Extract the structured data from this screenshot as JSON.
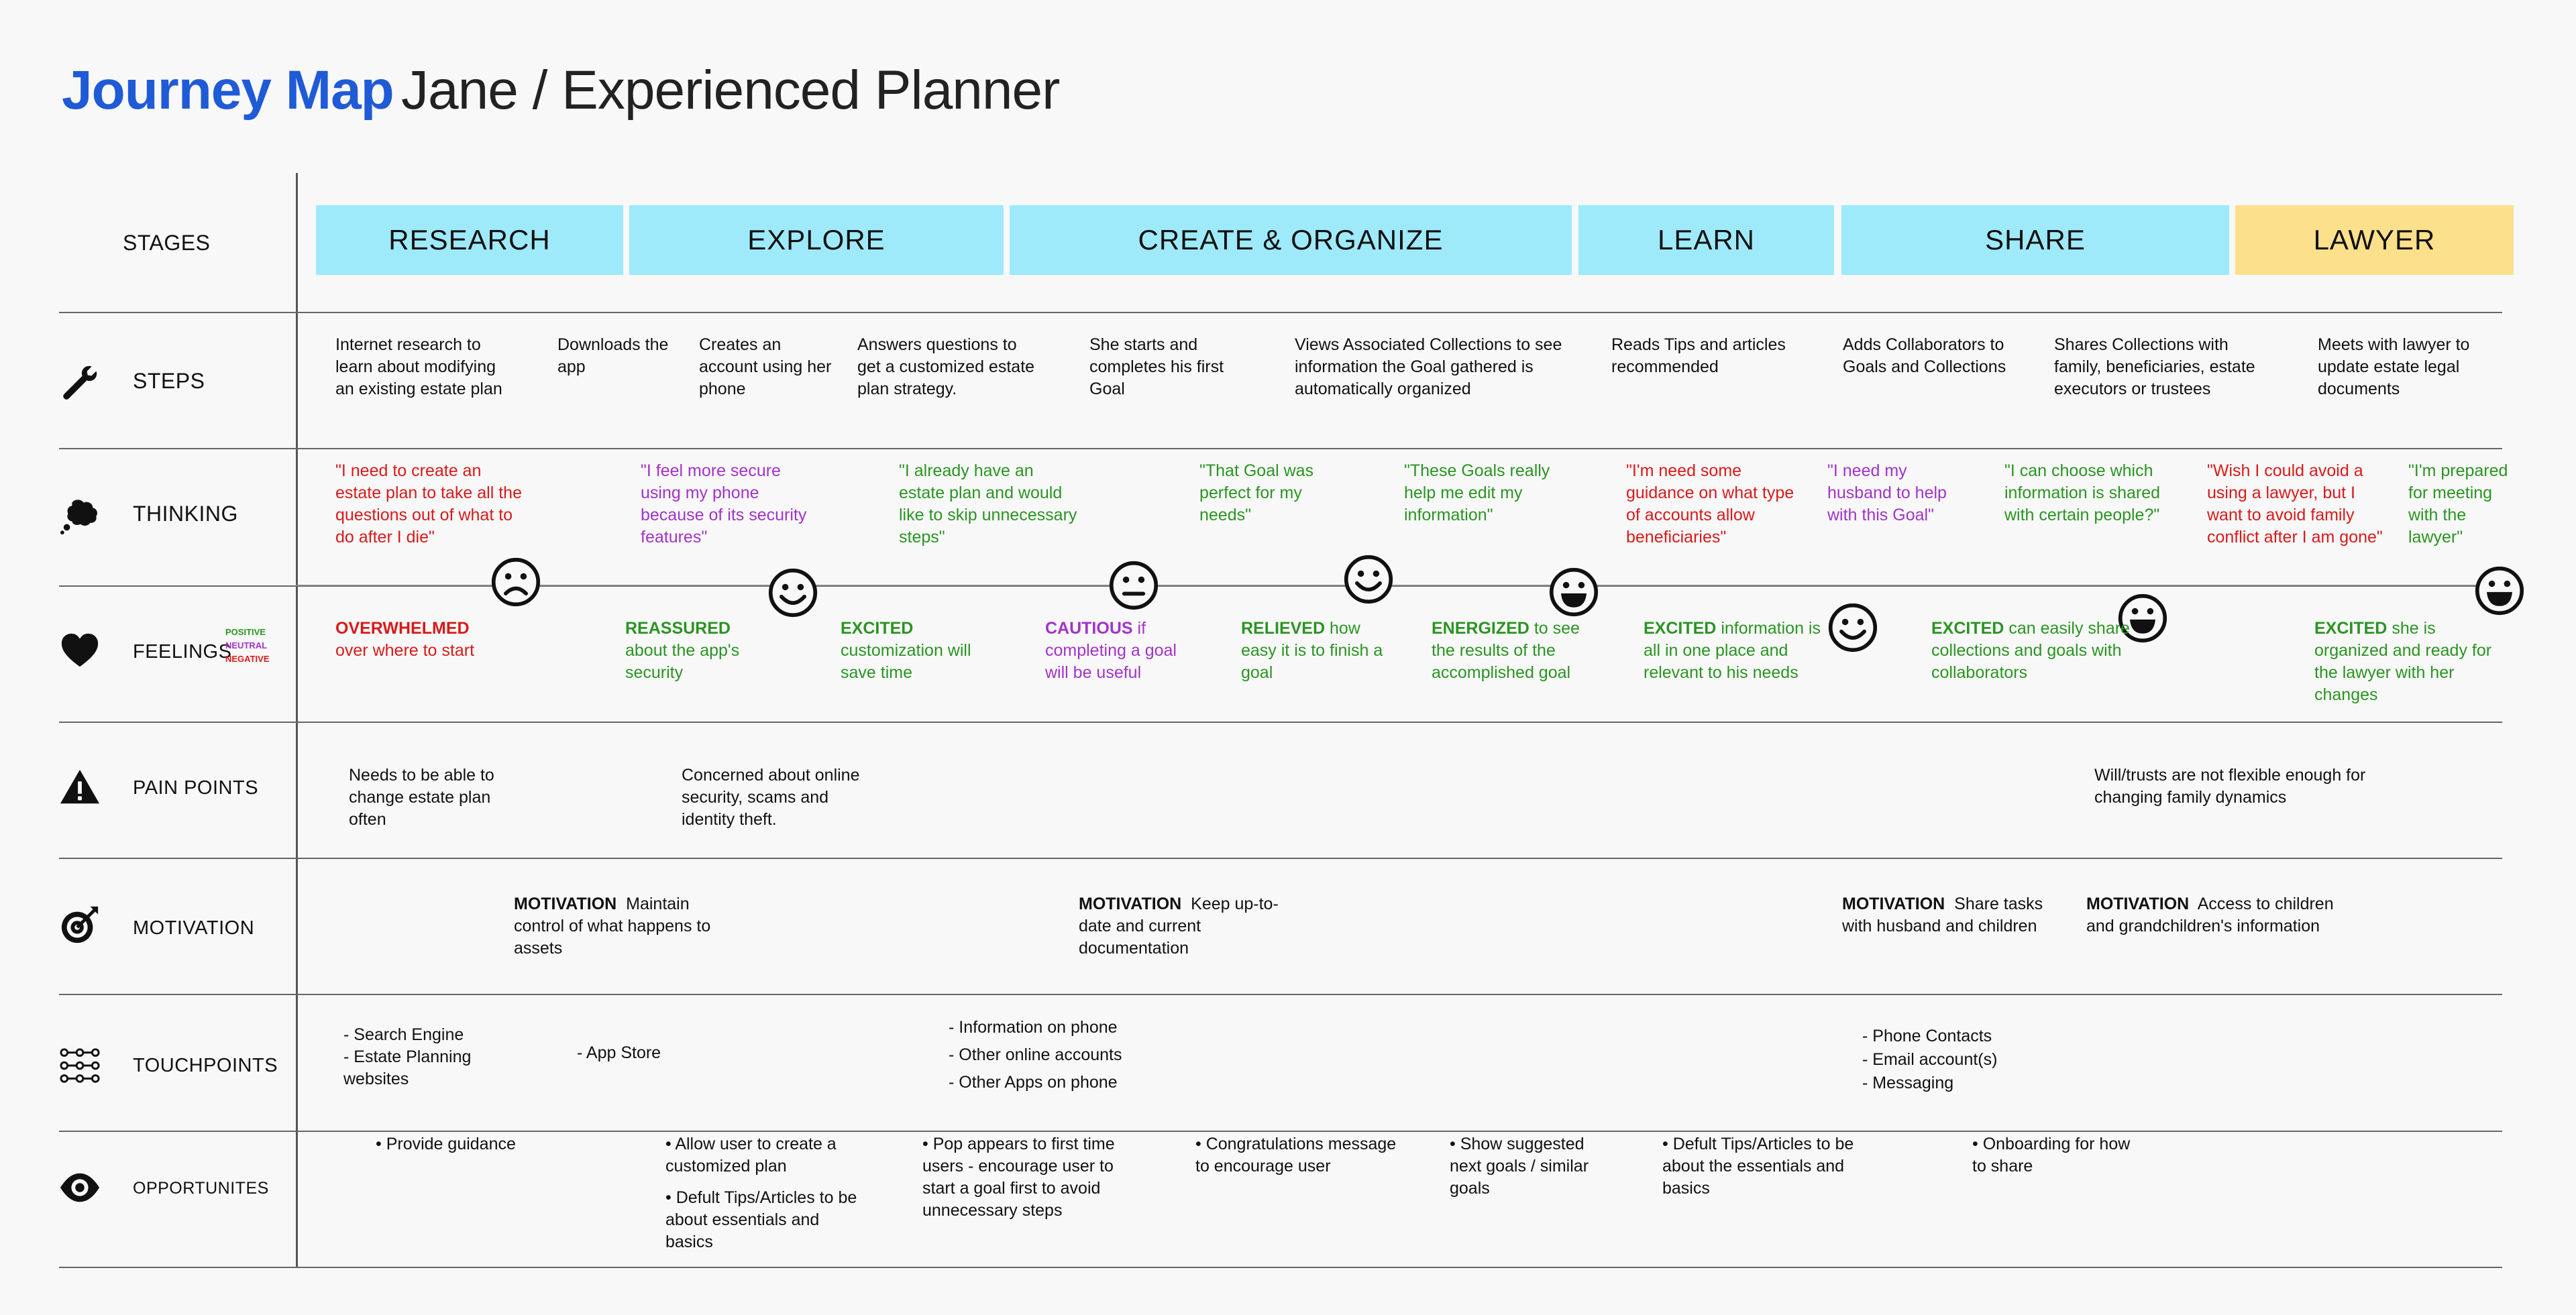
{
  "header": {
    "title": "Journey Map",
    "subtitle": "Jane / Experienced Planner"
  },
  "colors": {
    "title": "#1f5bd6",
    "stage_blue": "#9eeafa",
    "stage_lawyer": "#fde08b",
    "negative": "#d81a1a",
    "neutral": "#a233c8",
    "positive": "#2a9422"
  },
  "rows": {
    "stages": "STAGES",
    "steps": "STEPS",
    "thinking": "THINKING",
    "feelings": "FEELINGS",
    "pain_points": "PAIN POINTS",
    "motivation": "MOTIVATION",
    "touchpoints": "TOUCHPOINTS",
    "opportunities": "OPPORTUNITES"
  },
  "legend": {
    "positive": "POSITIVE",
    "neutral": "NEUTRAL",
    "negative": "NEGATIVE"
  },
  "stages": [
    "RESEARCH",
    "EXPLORE",
    "CREATE & ORGANIZE",
    "LEARN",
    "SHARE",
    "LAWYER"
  ],
  "steps": [
    "Internet research to learn about modifying an existing estate plan",
    "Downloads the app",
    "Creates an account using her phone",
    "Answers questions to get a customized estate plan strategy.",
    "She starts and completes his first Goal",
    "Views Associated Collections to see information the Goal gathered is automatically organized",
    "Reads Tips and articles recommended",
    "Adds Collaborators to Goals and Collections",
    "Shares Collections with family, beneficiaries, estate executors or trustees",
    "Meets with lawyer to update estate legal documents"
  ],
  "thinking": [
    "\"I need to create an estate plan to take all the  questions out of what to do after I die\"",
    "\"I feel more secure using my phone because of its security features\"",
    "\"I already have an estate plan and would like to skip unnecessary steps\"",
    "\"That Goal was perfect for my needs\"",
    "\"These Goals really help me edit my information\"",
    "\"I'm need some guidance on what type of accounts allow beneficiaries\"",
    "\"I need my husband to help with this Goal\"",
    "\"I can choose which information is shared with certain people?\"",
    "\"Wish I could avoid a using a lawyer, but I want to avoid family conflict after I am gone\"",
    "\"I'm prepared for meeting with the lawyer\""
  ],
  "feelings": [
    {
      "emotion": "OVERWHELMED",
      "detail": "over where to start",
      "tone": "negative"
    },
    {
      "emotion": "REASSURED",
      "detail": "about the app's security",
      "tone": "positive"
    },
    {
      "emotion": "EXCITED",
      "detail": "customization will save time",
      "tone": "positive"
    },
    {
      "emotion": "CAUTIOUS",
      "detail": "if completing a goal will be useful",
      "tone": "neutral"
    },
    {
      "emotion": "RELIEVED",
      "detail": "how easy it is to finish a goal",
      "tone": "positive"
    },
    {
      "emotion": "ENERGIZED",
      "detail": "to see the  results of the accomplished goal",
      "tone": "positive"
    },
    {
      "emotion": "EXCITED",
      "detail": "information is all in one place and relevant to his needs",
      "tone": "positive"
    },
    {
      "emotion": "EXCITED",
      "detail": "can easily share collections and goals with collaborators",
      "tone": "positive"
    },
    {
      "emotion": "EXCITED",
      "detail": "she is organized and ready for the lawyer with her changes",
      "tone": "positive"
    }
  ],
  "emotion_faces": [
    {
      "name": "frown",
      "level": -1
    },
    {
      "name": "smile",
      "level": 0.5
    },
    {
      "name": "neutral",
      "level": 0
    },
    {
      "name": "smile",
      "level": 0.6
    },
    {
      "name": "grin",
      "level": 0.4
    },
    {
      "name": "smile",
      "level": 0.1
    },
    {
      "name": "grin",
      "level": 0.2
    },
    {
      "name": "grin",
      "level": 0.4
    }
  ],
  "pain_points": [
    "Needs to be able to change estate plan often",
    "Concerned about online security, scams and identity theft.",
    "Will/trusts are not flexible enough for changing family dynamics"
  ],
  "motivation": [
    {
      "label": "MOTIVATION",
      "text": "Maintain control of what happens to assets"
    },
    {
      "label": "MOTIVATION",
      "text": "Keep up-to-date and current documentation"
    },
    {
      "label": "MOTIVATION",
      "text": "Share tasks with husband and children"
    },
    {
      "label": "MOTIVATION",
      "text": "Access to children and grandchildren's information"
    }
  ],
  "touchpoints": [
    [
      "- Search Engine",
      "- Estate Planning websites"
    ],
    [
      "- App Store"
    ],
    [
      "- Information on phone",
      "- Other online accounts",
      "- Other Apps on phone"
    ],
    [
      "- Phone Contacts",
      "- Email account(s)",
      "- Messaging"
    ]
  ],
  "opportunities": [
    [
      "• Provide guidance"
    ],
    [
      "• Allow user to create a customized plan",
      "• Defult Tips/Articles to be about essentials and basics"
    ],
    [
      "• Pop appears to first time users - encourage user to start a goal first to avoid unnecessary steps"
    ],
    [
      "• Congratulations message to encourage user"
    ],
    [
      "• Show suggested next goals / similar goals"
    ],
    [
      "• Defult Tips/Articles to be about the essentials and basics"
    ],
    [
      "• Onboarding for how to share"
    ]
  ]
}
